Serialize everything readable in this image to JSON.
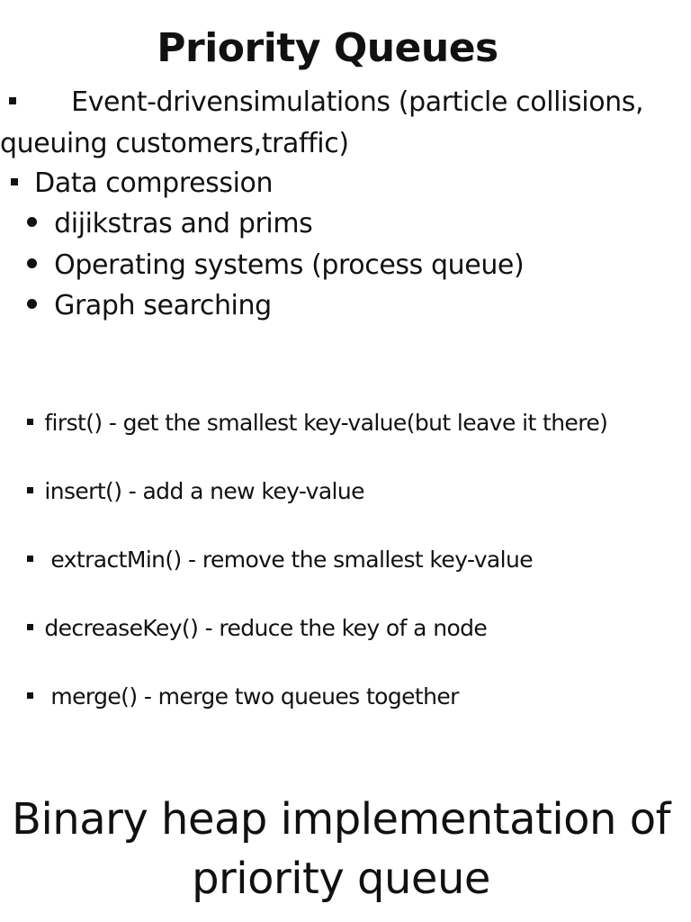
{
  "title": "Priority Queues",
  "applications": {
    "event_driven": {
      "line1": "Event-drivensimulations (particle collisions,",
      "line2": "queuing customers,traffic)"
    },
    "data_compression": "Data compression",
    "sub_items": [
      "dijikstras and prims",
      "Operating systems (process queue)",
      "Graph searching"
    ]
  },
  "operations": [
    "first() - get the smallest key-value(but leave it there)",
    "insert() - add a new key-value",
    "extractMin() - remove the smallest key-value",
    "decreaseKey() - reduce the key of a node",
    "merge() - merge two queues together"
  ],
  "section_heading": {
    "line1": "Binary heap implementation of",
    "line2": "priority queue"
  }
}
